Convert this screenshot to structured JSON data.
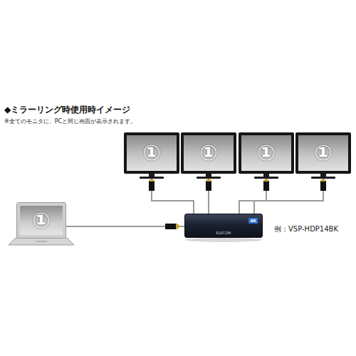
{
  "diagram": {
    "title": "◆ミラーリング時使用時イメージ",
    "caption": "※全てのモニタに、PCと同じ画面が表示されます。",
    "nodes": [
      {
        "text": [
          "①"
        ]
      },
      {
        "text": [
          "①"
        ]
      },
      {
        "text": [
          "①"
        ]
      },
      {
        "text": [
          "①"
        ]
      },
      {
        "text": [
          "①"
        ]
      },
      {
        "text": [
          "4K",
          "ELECOM"
        ]
      }
    ],
    "edges": [
      {
        "from": 4,
        "to": 5,
        "arrow": "none"
      },
      {
        "from": 5,
        "to": 0,
        "arrow": "none"
      },
      {
        "from": 5,
        "to": 1,
        "arrow": "none"
      },
      {
        "from": 5,
        "to": 2,
        "arrow": "none"
      },
      {
        "from": 5,
        "to": 3,
        "arrow": "none"
      }
    ],
    "labels": [
      "例：VSP-HDP14BK"
    ]
  }
}
